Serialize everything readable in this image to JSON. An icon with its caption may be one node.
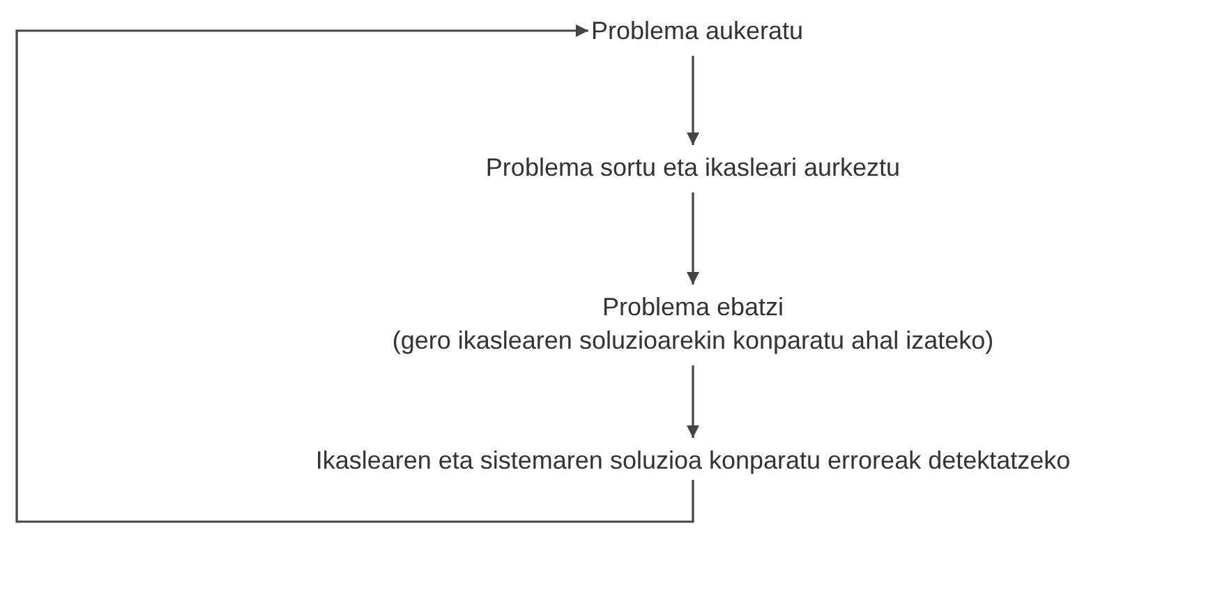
{
  "diagram": {
    "nodes": [
      {
        "text": [
          "Problema aukeratu"
        ]
      },
      {
        "text": [
          "Problema sortu eta ikasleari aurkeztu"
        ]
      },
      {
        "text": [
          "Problema ebatzi",
          "(gero ikaslearen soluzioarekin konparatu ahal izateko)"
        ]
      },
      {
        "text": [
          "Ikaslearen eta sistemaren soluzioa konparatu erroreak detektatzeko"
        ]
      }
    ],
    "edges": [
      {
        "from": 0,
        "to": 1,
        "arrow": "to"
      },
      {
        "from": 1,
        "to": 2,
        "arrow": "to"
      },
      {
        "from": 2,
        "to": 3,
        "arrow": "to"
      },
      {
        "from": 3,
        "to": 0,
        "arrow": "to"
      }
    ]
  }
}
